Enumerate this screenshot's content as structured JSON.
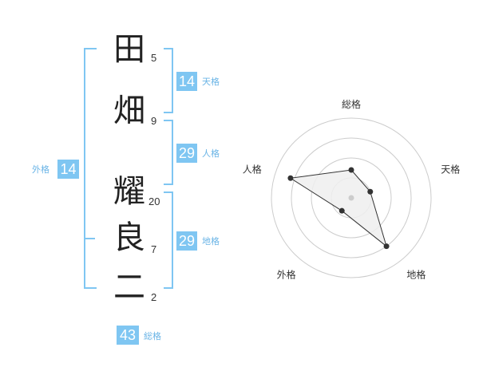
{
  "name": {
    "chars": [
      {
        "char": "田",
        "strokes": "5"
      },
      {
        "char": "畑",
        "strokes": "9"
      },
      {
        "char": "耀",
        "strokes": "20"
      },
      {
        "char": "良",
        "strokes": "7"
      },
      {
        "char": "二",
        "strokes": "2"
      }
    ]
  },
  "fortunes": {
    "tenkaku": {
      "value": "14",
      "label": "天格"
    },
    "jinkaku": {
      "value": "29",
      "label": "人格"
    },
    "chikaku": {
      "value": "29",
      "label": "地格"
    },
    "gaikaku": {
      "value": "14",
      "label": "外格"
    },
    "soukaku": {
      "value": "43",
      "label": "総格"
    }
  },
  "chart_data": {
    "type": "radar",
    "axes": [
      "総格",
      "天格",
      "地格",
      "外格",
      "人格"
    ],
    "values": [
      0.35,
      0.25,
      0.75,
      0.2,
      0.8
    ],
    "colors": {
      "grid": "#cccccc",
      "fill": "#eeeeee",
      "line": "#333333",
      "point": "#333333",
      "center": "#cccccc"
    }
  }
}
